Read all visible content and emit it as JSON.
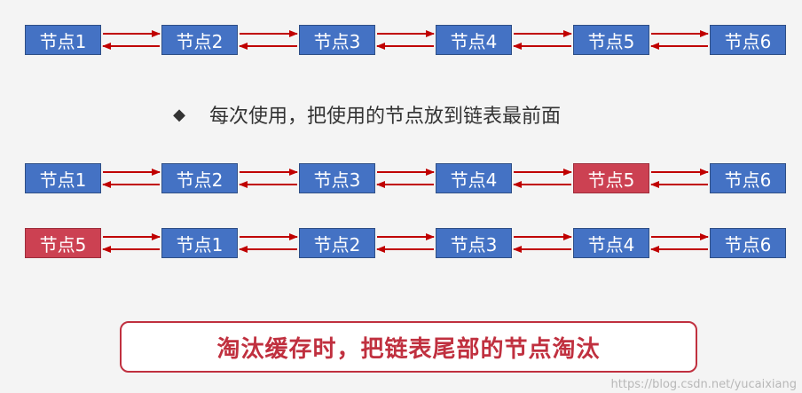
{
  "diagram": {
    "rows": [
      {
        "nodes": [
          {
            "label": "节点1",
            "highlight": false
          },
          {
            "label": "节点2",
            "highlight": false
          },
          {
            "label": "节点3",
            "highlight": false
          },
          {
            "label": "节点4",
            "highlight": false
          },
          {
            "label": "节点5",
            "highlight": false
          },
          {
            "label": "节点6",
            "highlight": false
          }
        ]
      },
      {
        "nodes": [
          {
            "label": "节点1",
            "highlight": false
          },
          {
            "label": "节点2",
            "highlight": false
          },
          {
            "label": "节点3",
            "highlight": false
          },
          {
            "label": "节点4",
            "highlight": false
          },
          {
            "label": "节点5",
            "highlight": true
          },
          {
            "label": "节点6",
            "highlight": false
          }
        ]
      },
      {
        "nodes": [
          {
            "label": "节点5",
            "highlight": true
          },
          {
            "label": "节点1",
            "highlight": false
          },
          {
            "label": "节点2",
            "highlight": false
          },
          {
            "label": "节点3",
            "highlight": false
          },
          {
            "label": "节点4",
            "highlight": false
          },
          {
            "label": "节点6",
            "highlight": false
          }
        ]
      }
    ],
    "bullet_text": "每次使用，把使用的节点放到链表最前面",
    "callout_text": "淘汰缓存时，把链表尾部的节点淘汰",
    "watermark": "https://blog.csdn.net/yucaixiang"
  },
  "colors": {
    "node_fill": "#4472c4",
    "highlight_fill": "#cc4152",
    "arrow": "#c00000",
    "callout_border": "#c0303f"
  },
  "icons": {
    "bullet": "diamond-bullet-icon"
  }
}
